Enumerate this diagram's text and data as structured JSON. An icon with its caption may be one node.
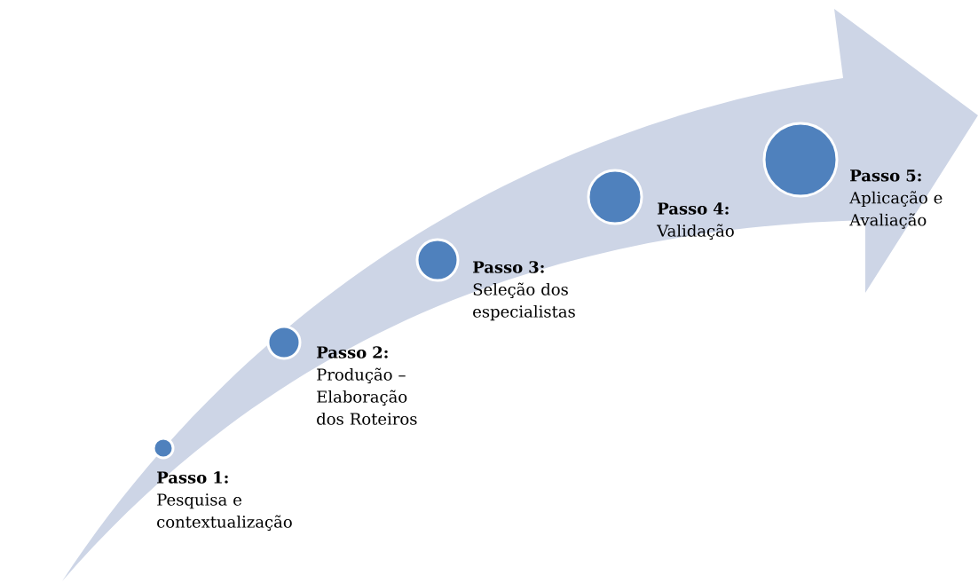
{
  "diagram": {
    "nodes": [
      {
        "text": [],
        "shape": "circle",
        "beside": [
          "Passo 1:",
          "Pesquisa e contextualização"
        ]
      },
      {
        "text": [],
        "shape": "circle",
        "beside": [
          "Passo 2:",
          "Produção – Elaboração dos Roteiros"
        ]
      },
      {
        "text": [],
        "shape": "circle",
        "beside": [
          "Passo 3:",
          "Seleção dos especialistas"
        ]
      },
      {
        "text": [],
        "shape": "circle",
        "beside": [
          "Passo 4:",
          "Validação"
        ]
      },
      {
        "text": [],
        "shape": "circle",
        "beside": [
          "Passo 5:",
          "Aplicação e Avaliação"
        ]
      }
    ]
  }
}
